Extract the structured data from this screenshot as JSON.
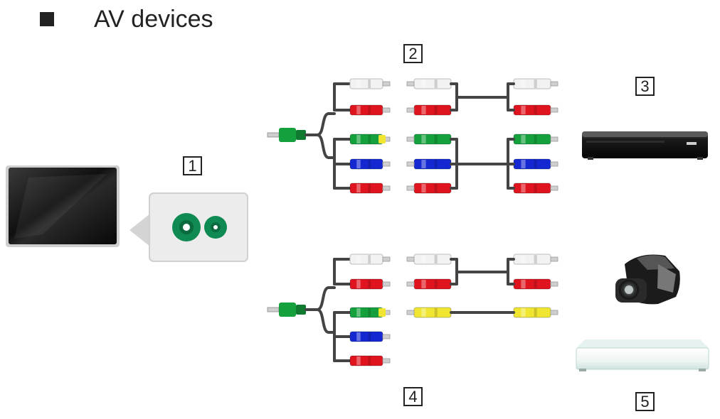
{
  "title": "AV devices",
  "labels": {
    "tv_input": "1",
    "component_cable": "2",
    "recorder": "3",
    "composite_cable": "4",
    "camcorder_and_console": "5"
  },
  "colors": {
    "white_plug": "#f2f2f2",
    "red_plug": "#e0141e",
    "green_plug": "#14a03c",
    "blue_plug": "#1428d2",
    "yellow_plug": "#f0e632",
    "jack_green": "#0e8a52",
    "cable": "#555555"
  },
  "icons": [
    "tv-icon",
    "av-jack-icon",
    "rca-cable-icon",
    "recorder-icon",
    "camcorder-icon",
    "game-console-icon"
  ]
}
